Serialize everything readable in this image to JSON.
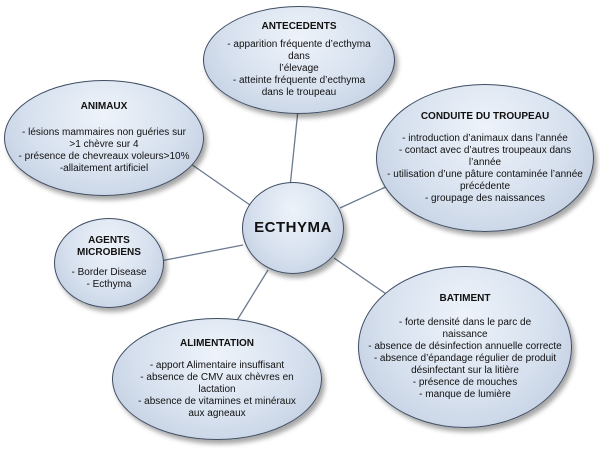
{
  "center": {
    "title": "ECTHYMA"
  },
  "antecedents": {
    "title": "ANTECEDENTS",
    "lines": [
      "- apparition fréquente d’ecthyma dans",
      "l’élevage",
      "- atteinte fréquente d’ecthyma",
      "dans le troupeau"
    ]
  },
  "animaux": {
    "title": "ANIMAUX",
    "lines": [
      "- lésions mammaires non guéries sur",
      ">1 chèvre sur 4",
      "- présence de chevreaux voleurs>10%",
      "-allaitement artificiel"
    ]
  },
  "conduite": {
    "title": "CONDUITE DU TROUPEAU",
    "lines": [
      "- introduction d’animaux dans  l’année",
      "- contact avec d’autres troupeaux dans",
      "l’année",
      "- utilisation d’une pâture contaminée l’année",
      "précédente",
      "- groupage des naissances"
    ]
  },
  "agents": {
    "title_1": "AGENTS",
    "title_2": "MICROBIENS",
    "lines": [
      "- Border Disease",
      "- Ecthyma"
    ]
  },
  "batiment": {
    "title": "BATIMENT",
    "lines": [
      "- forte densité dans le parc de",
      "naissance",
      "- absence de désinfection annuelle correcte",
      "- absence d’épandage régulier de produit",
      "désinfectant sur la litière",
      "- présence de mouches",
      "- manque de lumière"
    ]
  },
  "alimentation": {
    "title": "ALIMENTATION",
    "lines": [
      "- apport Alimentaire insuffisant",
      "- absence de CMV aux chèvres en",
      "lactation",
      "- absence de vitamines et minéraux",
      "aux agneaux"
    ]
  }
}
